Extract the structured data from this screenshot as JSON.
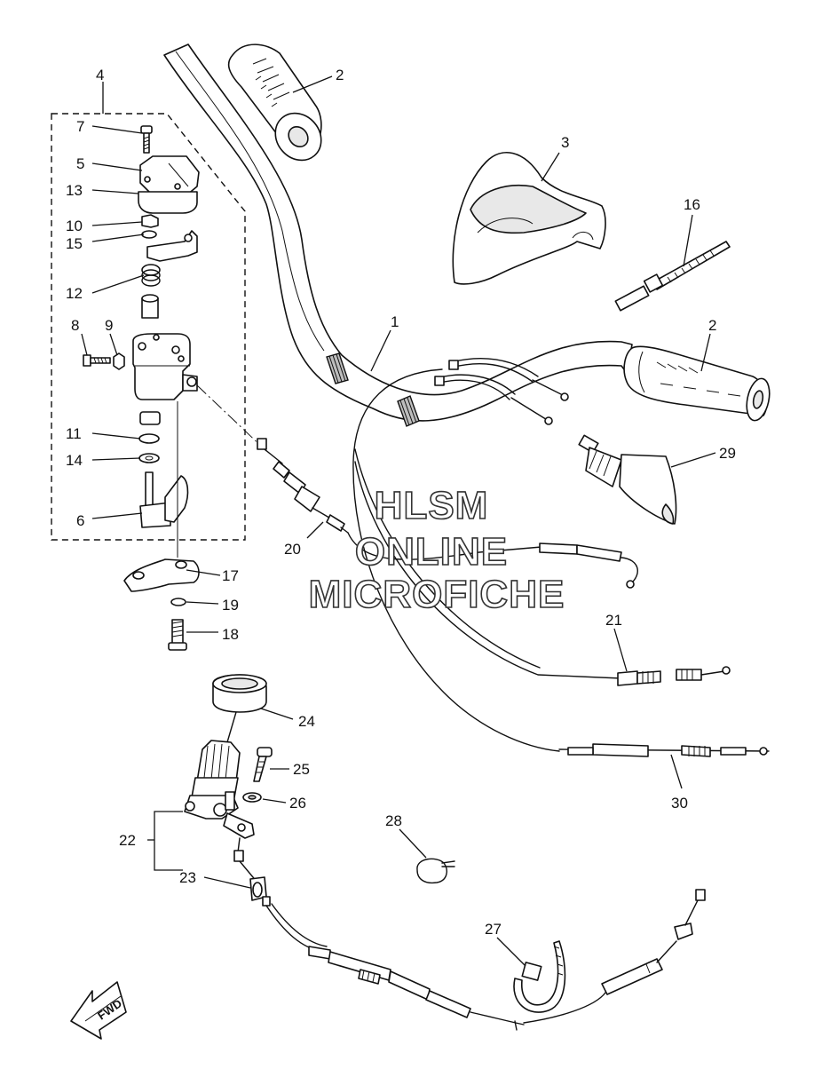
{
  "watermark": {
    "line1": "HLSM",
    "line2": "ONLINE",
    "line3": "MICROFICHE"
  },
  "direction_arrow": "FWD",
  "callouts": {
    "c1": "1",
    "c2a": "2",
    "c2b": "2",
    "c3": "3",
    "c4": "4",
    "c5": "5",
    "c6": "6",
    "c7": "7",
    "c8": "8",
    "c9": "9",
    "c10": "10",
    "c11": "11",
    "c12": "12",
    "c13": "13",
    "c14": "14",
    "c15": "15",
    "c16": "16",
    "c17": "17",
    "c18": "18",
    "c19": "19",
    "c20": "20",
    "c21": "21",
    "c22": "22",
    "c23": "23",
    "c24": "24",
    "c25": "25",
    "c26": "26",
    "c27": "27",
    "c28": "28",
    "c29": "29",
    "c30": "30"
  },
  "colors": {
    "ink": "#111111",
    "paper": "#ffffff"
  }
}
